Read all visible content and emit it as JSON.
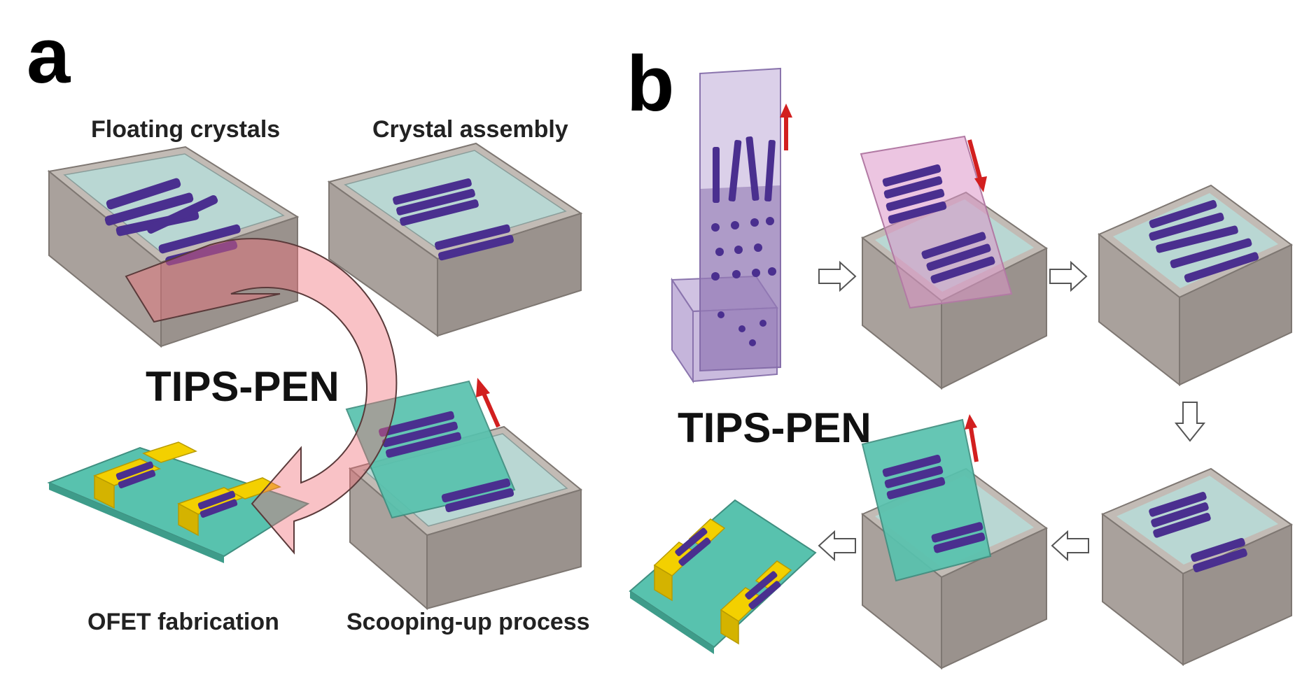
{
  "panel_a": {
    "letter": "a",
    "center_label": "TIPS-PEN",
    "steps": {
      "floating": "Floating crystals",
      "assembly": "Crystal assembly",
      "scooping": "Scooping-up process",
      "ofet": "OFET fabrication"
    }
  },
  "panel_b": {
    "letter": "b",
    "center_label": "TIPS-PEN"
  },
  "colors": {
    "box_side": "#a9a19c",
    "box_top": "#c2bbb5",
    "water": "#b9d7d3",
    "crystal": "#4a2f8f",
    "crystal_light": "#6a4cb2",
    "substrate": "#58c2ae",
    "electrode": "#f3d000",
    "arrow_red": "#d21f1f",
    "cycle_arrow": "rgba(240,110,120,0.42)",
    "pink_substrate": "rgba(220,150,200,0.55)",
    "purple_glass": "rgba(150,120,190,0.45)"
  }
}
